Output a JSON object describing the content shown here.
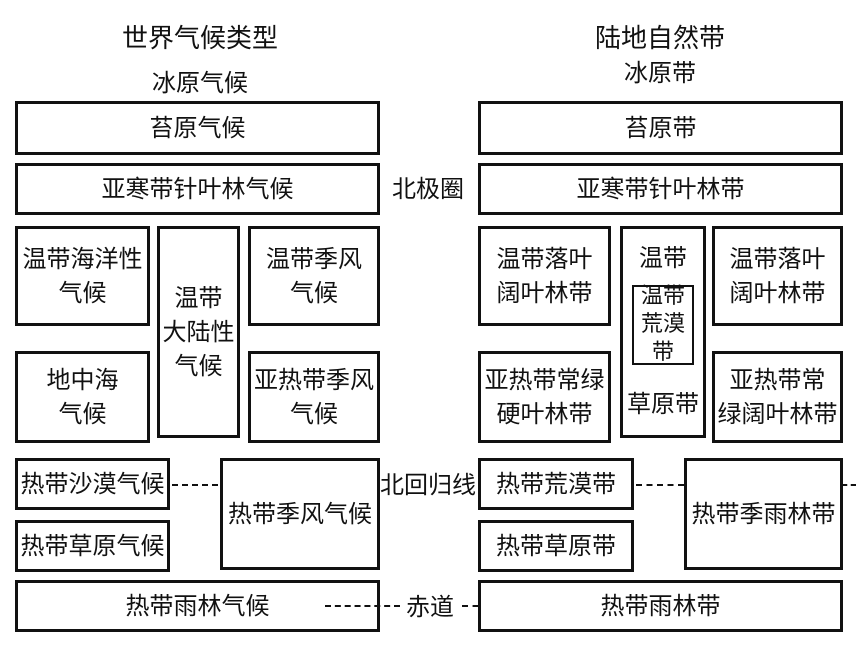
{
  "left": {
    "title": "世界气候类型",
    "ice": "冰原气候",
    "tundra": "苔原气候",
    "subarctic": "亚寒带针叶林气候",
    "temp_maritime": "温带海洋性\n气候",
    "temp_continental": "温带\n大陆性\n气候",
    "temp_monsoon": "温带季风\n气候",
    "mediterranean": "地中海\n气候",
    "subtrop_monsoon": "亚热带季风\n气候",
    "trop_desert": "热带沙漠气候",
    "trop_grassland": "热带草原气候",
    "trop_monsoon": "热带季风气候",
    "trop_rainforest": "热带雨林气候"
  },
  "middle": {
    "arctic_circle": "北极圈",
    "tropic_cancer": "北回归线",
    "equator": "赤道"
  },
  "right": {
    "title": "陆地自然带",
    "ice": "冰原带",
    "tundra": "苔原带",
    "taiga": "亚寒带针叶林带",
    "temp_deciduous_left": "温带落叶\n阔叶林带",
    "temp_outer": "温带",
    "temp_desert": "温带\n荒漠带",
    "grassland": "草原带",
    "temp_deciduous_right": "温带落叶\n阔叶林带",
    "subtrop_sclerophyll": "亚热带常绿\n硬叶林带",
    "subtrop_evergreen": "亚热带常\n绿阔叶林带",
    "trop_desert": "热带荒漠带",
    "trop_grassland": "热带草原带",
    "trop_rainforest_season": "热带季雨林带",
    "trop_rainforest": "热带雨林带"
  }
}
